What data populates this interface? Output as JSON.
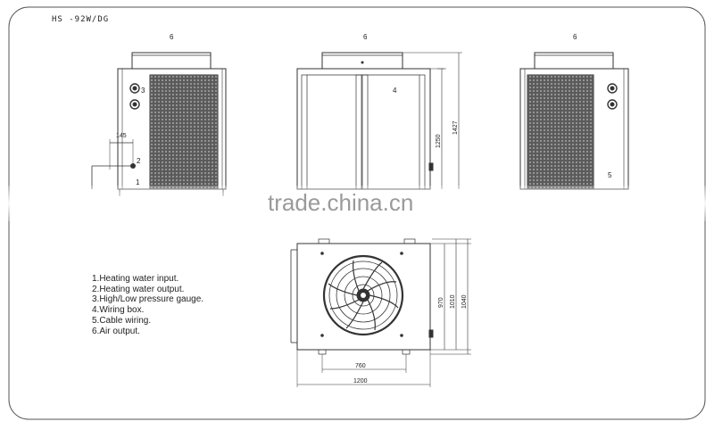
{
  "model": "HS -92W/DG",
  "legend": [
    "1.Heating water input.",
    "2.Heating water output.",
    "3.High/Low pressure gauge.",
    "4.Wiring box.",
    "5.Cable wiring.",
    "6.Air output."
  ],
  "callouts": {
    "left_top": "6",
    "center_top": "6",
    "right_top": "6",
    "left_gauge": "3",
    "left_output": "2",
    "left_input": "1",
    "center_box": "4",
    "right_cable": "5"
  },
  "dimensions": {
    "pipe_offset": "145",
    "height_body": "1250",
    "height_total": "1427",
    "depth_inner": "970",
    "depth_mid": "1010",
    "depth_outer": "1040",
    "width_inner": "760",
    "width_outer": "1200"
  },
  "watermark": "trade.china.cn"
}
